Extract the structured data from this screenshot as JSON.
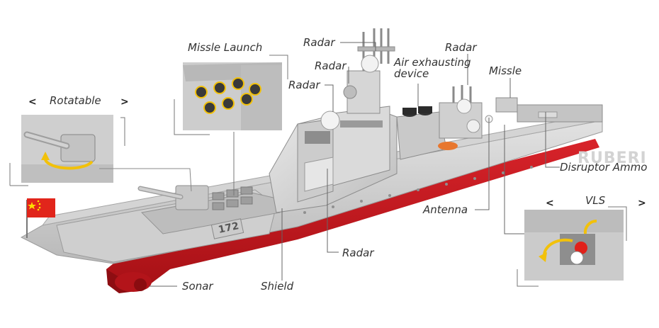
{
  "labels": {
    "missile_launch": "Missle Launch",
    "rotatable": "Rotatable",
    "radar_top": "Radar",
    "radar_mid": "Radar",
    "radar_left": "Radar",
    "radar_right": "Radar",
    "radar_bottom": "Radar",
    "air_exhausting": "Air exhausting device",
    "missile": "Missle",
    "disruptor_ammo": "Disruptor Ammo",
    "vls": "VLS",
    "antenna": "Antenna",
    "shield": "Shield",
    "sonar": "Sonar"
  },
  "arrows": {
    "left": "<",
    "right": ">"
  },
  "hull_number": "172",
  "watermark": "RUBERI",
  "colors": {
    "hull_red": "#c4161c",
    "deck_grey": "#c9c9c9",
    "label_text": "#333333",
    "flag_red": "#e1251b",
    "flag_star": "#ffde00"
  },
  "icons": [
    "rotate-arrow-icon",
    "china-flag"
  ]
}
